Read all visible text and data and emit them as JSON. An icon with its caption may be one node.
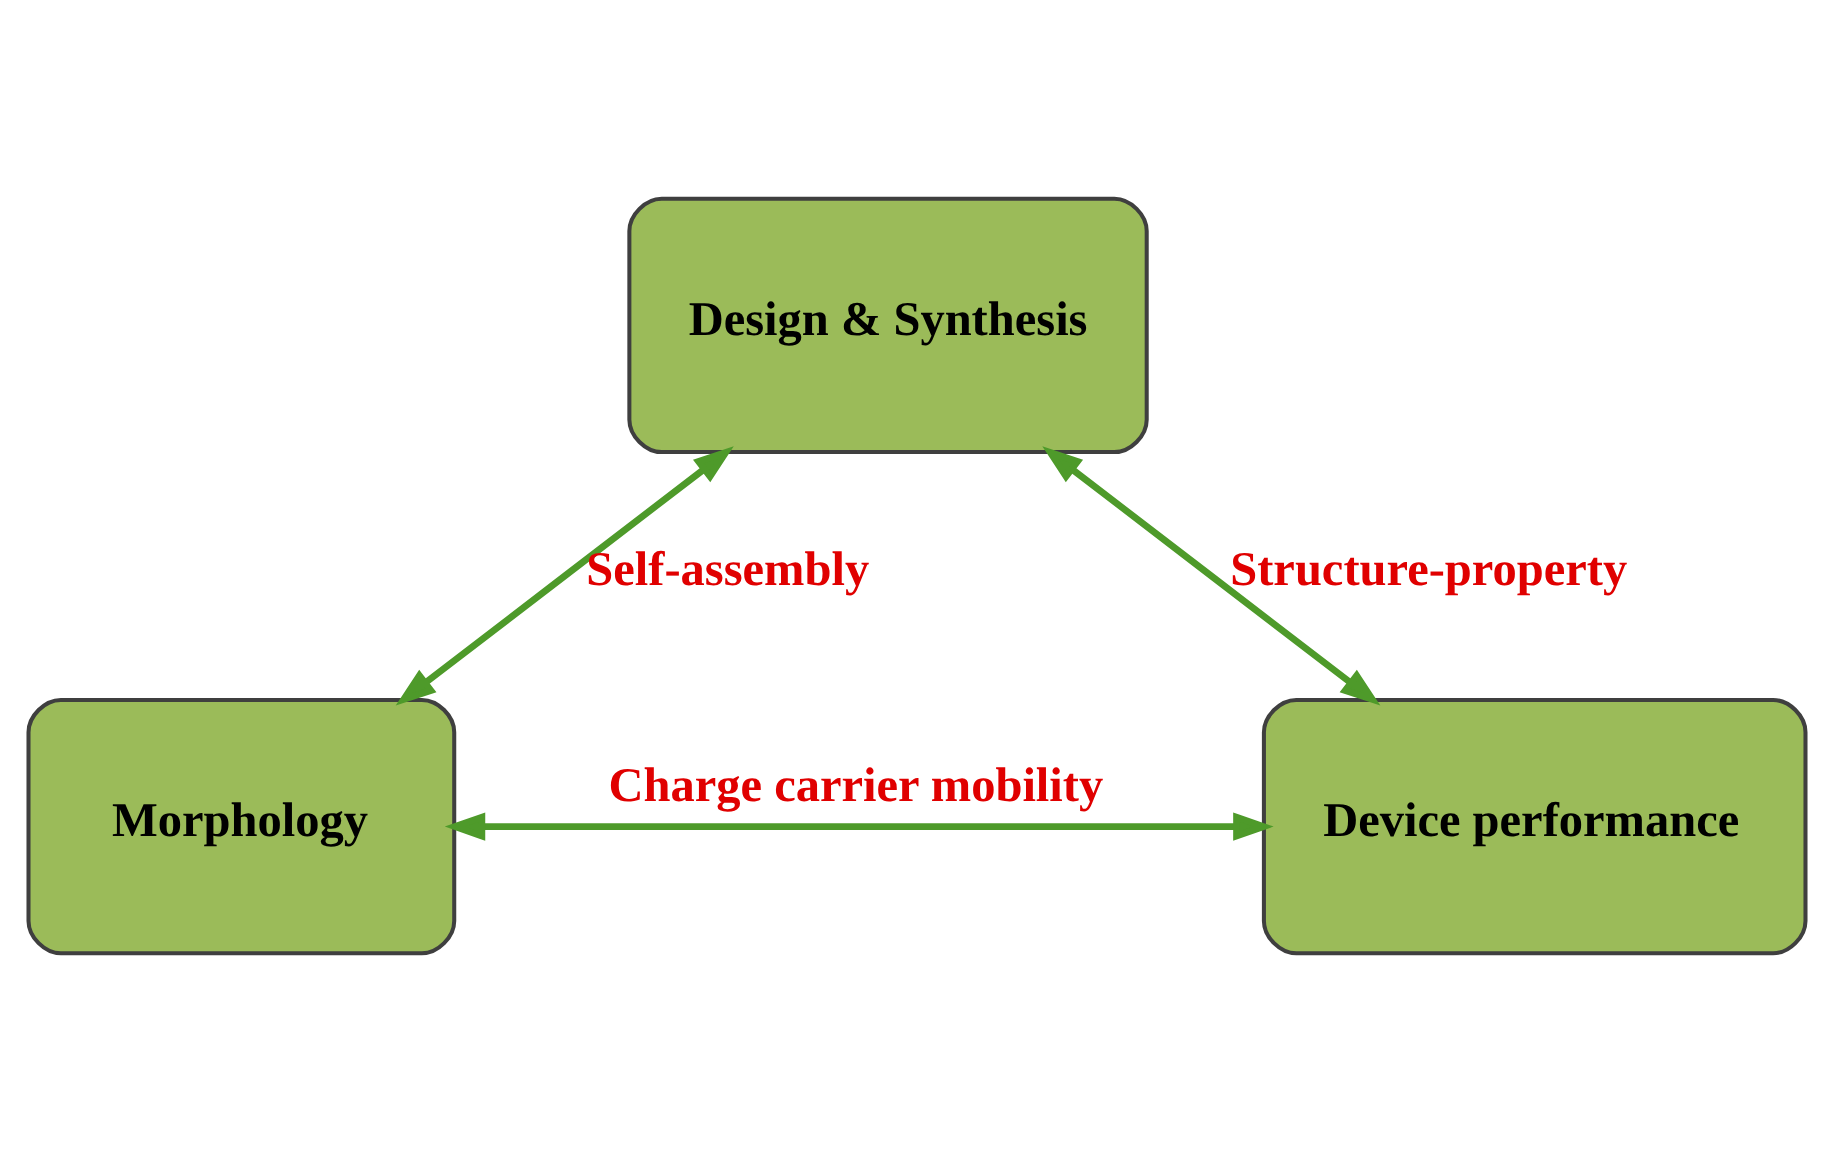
{
  "diagram": {
    "nodes": [
      {
        "text": [
          "Design & Synthesis"
        ]
      },
      {
        "text": [
          "Device performance"
        ]
      },
      {
        "text": [
          "Morphology"
        ]
      }
    ],
    "edges": [
      {
        "from": 0,
        "to": 2,
        "arrow": "both",
        "label": "Self-assembly"
      },
      {
        "from": 0,
        "to": 1,
        "arrow": "both",
        "label": "Structure-property"
      },
      {
        "from": 2,
        "to": 1,
        "arrow": "both",
        "label": "Charge carrier mobility"
      }
    ]
  }
}
